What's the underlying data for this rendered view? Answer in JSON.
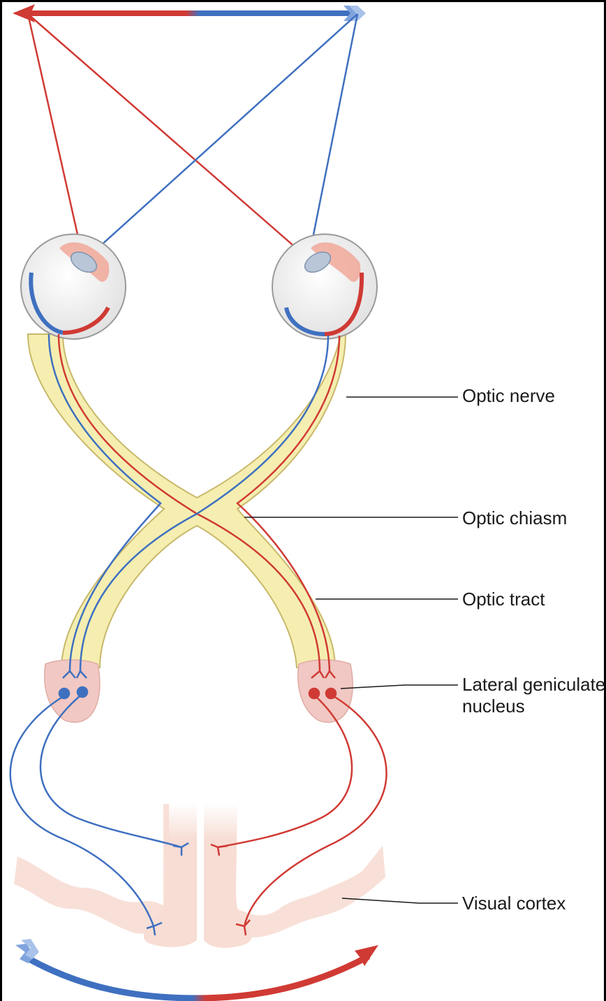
{
  "labels": {
    "optic_nerve": "Optic nerve",
    "optic_chiasm": "Optic chiasm",
    "optic_tract": "Optic tract",
    "lgn_line1": "Lateral geniculate",
    "lgn_line2": "nucleus",
    "visual_cortex": "Visual cortex"
  },
  "colors": {
    "red_pathway": "#d03a34",
    "blue_pathway": "#3f70c0",
    "nerve_fill": "#f5eeb0",
    "nerve_edge": "#c8b86a",
    "lgn_fill": "#f1c8c3",
    "cortex_fill": "#f7ddd4",
    "eye_fill": "#efefef",
    "leader_line": "#1a1a1a"
  }
}
